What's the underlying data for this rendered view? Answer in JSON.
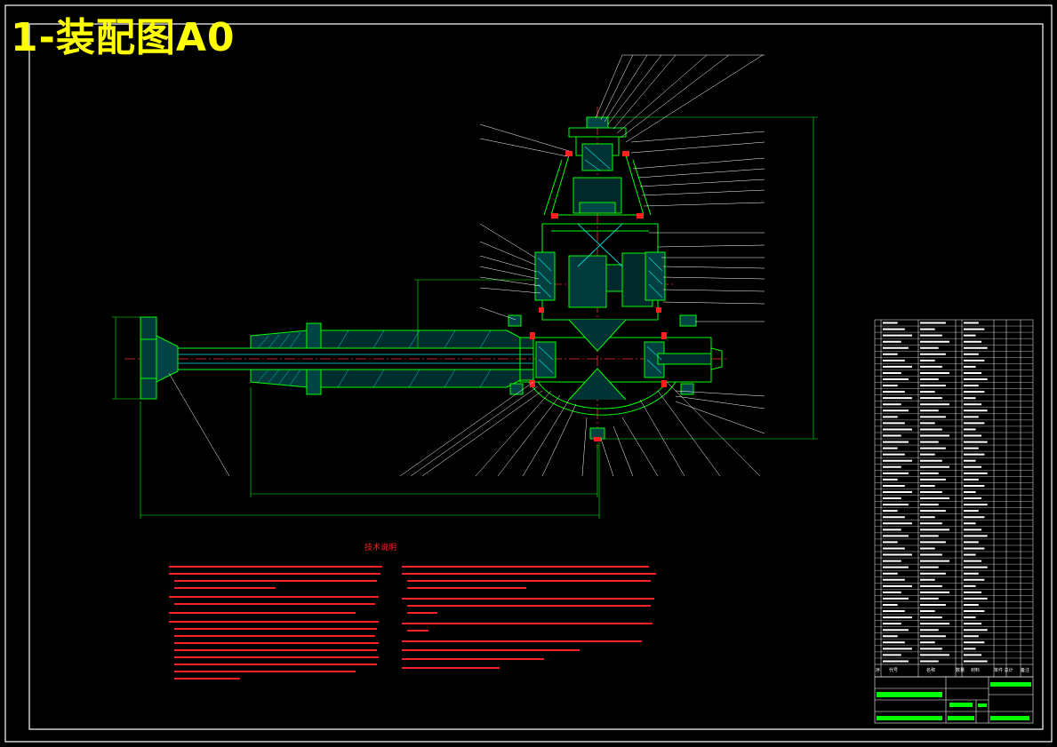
{
  "page": {
    "title": "1-装配图A0",
    "colors": {
      "background": "#000000",
      "frame": "#ffffff",
      "title": "#ffff00",
      "outline": "#00ff00",
      "centerline": "#ff0000",
      "hatch": "#00e0e0",
      "notes": "#ff2020",
      "dimension": "#00ff00"
    }
  },
  "notes": {
    "heading": "技术说明"
  },
  "title_block": {
    "header_labels": [
      "序",
      "代号",
      "名称",
      "数量",
      "材料",
      "单件 总计",
      "备注"
    ]
  }
}
